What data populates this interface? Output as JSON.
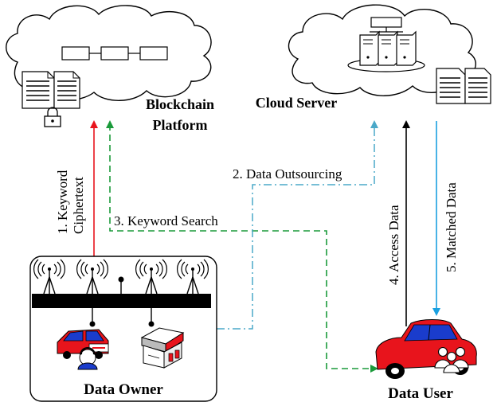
{
  "nodes": {
    "blockchain": {
      "line1": "Blockchain",
      "line2": "Platform"
    },
    "cloud": {
      "label": "Cloud Server"
    },
    "owner": {
      "label": "Data Owner"
    },
    "user": {
      "label": "Data User"
    }
  },
  "edges": {
    "keyword_ciphertext": {
      "line1": "1. Keyword",
      "line2": "Ciphertext",
      "color": "#e8141c"
    },
    "data_outsourcing": {
      "label": "2. Data Outsourcing",
      "color": "#4aa8c8"
    },
    "keyword_search": {
      "label": "3. Keyword Search",
      "color": "#1a9a3a"
    },
    "access_data": {
      "label": "4. Access Data",
      "color": "#000000"
    },
    "matched_data": {
      "label": "5. Matched Data",
      "color": "#1aa0e0"
    }
  },
  "colors": {
    "car_body": "#e8141c",
    "car_glass": "#1a3ccc"
  }
}
